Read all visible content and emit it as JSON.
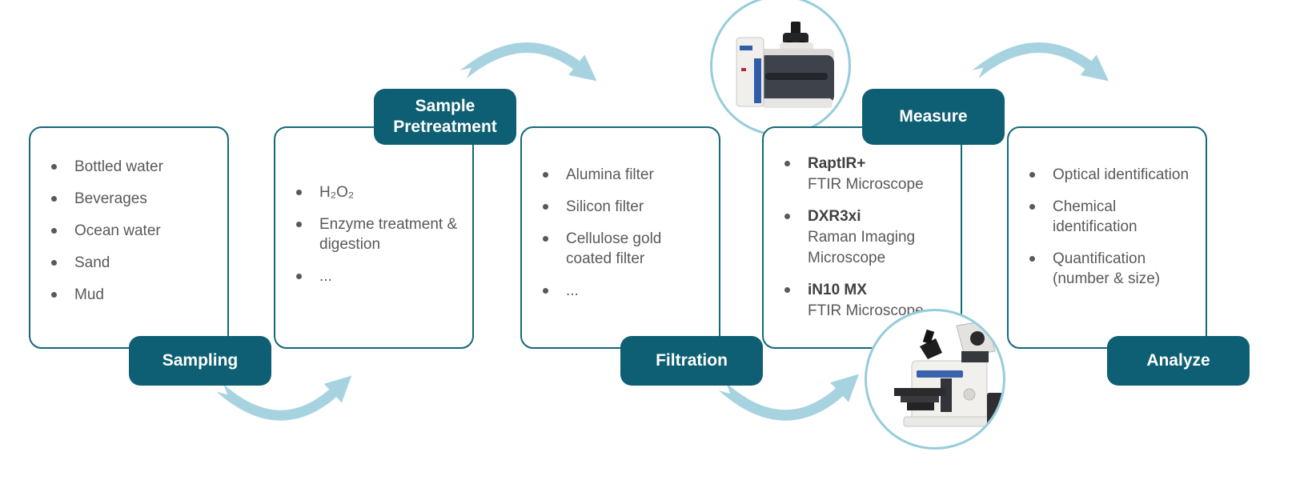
{
  "colors": {
    "tag_bg": "#0E5F73",
    "box_border": "#156878",
    "arrow_blue": "#A7D3E1",
    "circle_border": "#97CCDC",
    "bullet_text": "#58595B",
    "product_text": "#3F4042",
    "tag_text": "#FFFFFF",
    "background": "#FFFFFF"
  },
  "steps": [
    {
      "label": "Sampling",
      "label_position": "bottom",
      "items": [
        "Bottled water",
        "Beverages",
        "Ocean water",
        "Sand",
        "Mud"
      ]
    },
    {
      "label": "Sample Pretreatment",
      "label_position": "top",
      "items": [
        "H₂O₂",
        "Enzyme treatment & digestion",
        "..."
      ]
    },
    {
      "label": "Filtration",
      "label_position": "bottom",
      "items": [
        "Alumina filter",
        "Silicon filter",
        "Cellulose gold coated filter",
        "..."
      ]
    },
    {
      "label": "Measure",
      "label_position": "top",
      "products": [
        {
          "name": "RaptIR+",
          "desc": "FTIR Microscope"
        },
        {
          "name": "DXR3xi",
          "desc": "Raman Imaging Microscope"
        },
        {
          "name": "iN10 MX",
          "desc": "FTIR Microscope"
        }
      ]
    },
    {
      "label": "Analyze",
      "label_position": "bottom",
      "items": [
        "Optical identification",
        "Chemical identification",
        "Quantification (number & size)"
      ]
    }
  ],
  "images": {
    "top_circle": "ftir-microscope-photo",
    "bottom_circle": "ftir-microscope-photo"
  }
}
